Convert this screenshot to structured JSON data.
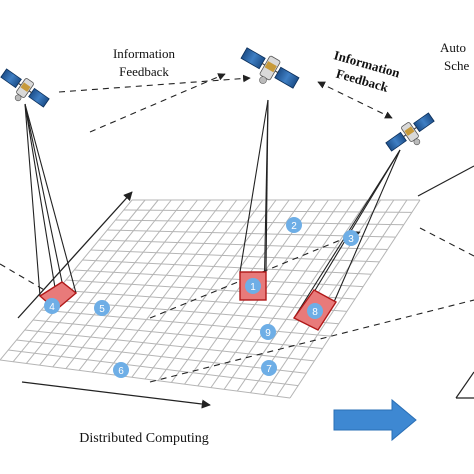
{
  "labels": {
    "info_feedback_left": [
      "Information",
      "Feedback"
    ],
    "info_feedback_right": [
      "Information",
      "Feedback"
    ],
    "autonomous_partial": [
      "Auto",
      "Sche"
    ],
    "distributed_computing": "Distributed Computing"
  },
  "regions": [
    {
      "id": "4",
      "label": "4"
    },
    {
      "id": "1",
      "label": "1"
    },
    {
      "id": "8",
      "label": "8"
    }
  ],
  "nodes": [
    {
      "id": "2",
      "label": "2"
    },
    {
      "id": "3",
      "label": "3"
    },
    {
      "id": "5",
      "label": "5"
    },
    {
      "id": "9",
      "label": "9"
    },
    {
      "id": "6",
      "label": "6"
    },
    {
      "id": "7",
      "label": "7"
    }
  ],
  "icons": [
    "satellite-icon",
    "right-arrow-icon"
  ],
  "colors": {
    "grid": "#b5b5b5",
    "region_fill": "#e87a7a",
    "region_stroke": "#b01818",
    "node": "#6eaee6",
    "arrow_blue": "#3e88d2",
    "line": "#222222"
  }
}
